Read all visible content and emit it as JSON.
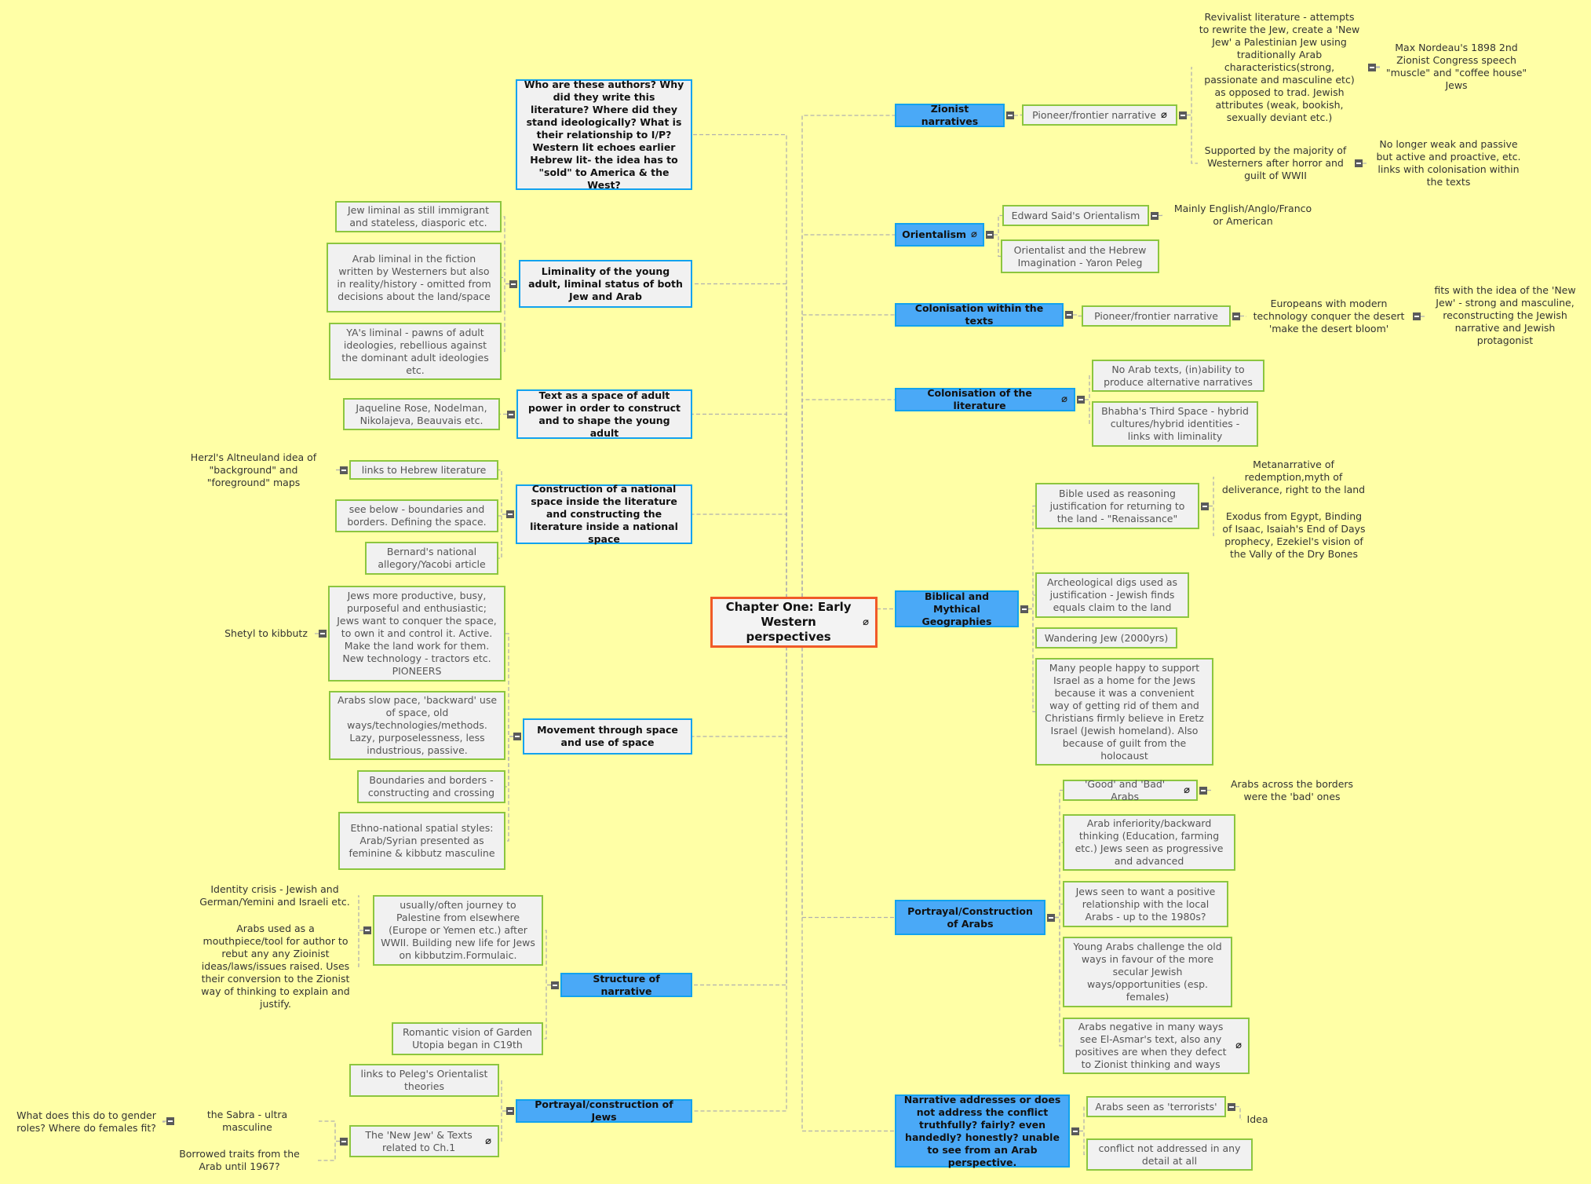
{
  "center": {
    "label": "Chapter One: Early Western perspectives"
  },
  "right": [
    {
      "label": "Zionist narratives",
      "children": [
        {
          "label": "Pioneer/frontier narrative",
          "children": [
            {
              "label": "Revivalist literature - attempts to rewrite the Jew, create a 'New Jew' a Palestinian Jew using traditionally Arab characteristics(strong, passionate and masculine etc) as opposed to trad. Jewish attributes (weak, bookish, sexually deviant etc.)",
              "children": [
                {
                  "label": "Max Nordeau's 1898 2nd Zionist Congress speech \"muscle\" and \"coffee house\" Jews"
                }
              ]
            },
            {
              "label": "Supported by the majority of Westerners after horror and guilt of WWII",
              "children": [
                {
                  "label": "No longer weak and passive but active and proactive, etc. links with colonisation within the texts"
                }
              ]
            }
          ]
        }
      ]
    },
    {
      "label": "Orientalism",
      "children": [
        {
          "label": "Edward Said's Orientalism",
          "children": [
            {
              "label": "Mainly English/Anglo/Franco or American"
            }
          ]
        },
        {
          "label": "Orientalist and the Hebrew Imagination - Yaron Peleg"
        }
      ]
    },
    {
      "label": "Colonisation within the texts",
      "children": [
        {
          "label": "Pioneer/frontier narrative",
          "children": [
            {
              "label": "Europeans with modern technology conquer the desert 'make the desert bloom'",
              "children": [
                {
                  "label": "fits with the idea of the 'New Jew' - strong and masculine, reconstructing the Jewish narrative and Jewish protagonist"
                }
              ]
            }
          ]
        }
      ]
    },
    {
      "label": "Colonisation of the literature",
      "children": [
        {
          "label": "No Arab texts, (in)ability to produce alternative narratives"
        },
        {
          "label": "Bhabha's Third Space - hybrid cultures/hybrid identities - links with liminality"
        }
      ]
    },
    {
      "label": "Biblical and Mythical Geographies",
      "children": [
        {
          "label": "Bible used as reasoning justification for returning to the land - \"Renaissance\"",
          "children": [
            {
              "label": "Metanarrative of redemption,myth of deliverance, right to the land"
            },
            {
              "label": "Exodus from Egypt, Binding of Isaac, Isaiah's End of Days prophecy, Ezekiel's vision of the Vally of the Dry Bones"
            }
          ]
        },
        {
          "label": "Archeological digs used as justification - Jewish finds equals claim to the land"
        },
        {
          "label": "Wandering Jew (2000yrs)"
        },
        {
          "label": "Many people happy to support Israel as a home for the Jews because it was a convenient way of getting rid of them and Christians firmly believe in Eretz Israel (Jewish homeland). Also because of guilt from the holocaust"
        }
      ]
    },
    {
      "label": "Portrayal/Construction of Arabs",
      "children": [
        {
          "label": "'Good' and 'Bad' Arabs",
          "children": [
            {
              "label": "Arabs across the borders were the 'bad' ones"
            }
          ]
        },
        {
          "label": "Arab inferiority/backward thinking (Education, farming etc.) Jews seen as progressive and advanced"
        },
        {
          "label": "Jews seen to want a positive relationship with the local Arabs - up to the 1980s?"
        },
        {
          "label": "Young Arabs challenge the old ways in favour of the more secular Jewish ways/opportunities (esp. females)"
        },
        {
          "label": "Arabs negative in many ways see El-Asmar's text, also any positives are when they defect to Zionist thinking and ways"
        }
      ]
    },
    {
      "label": "Narrative addresses or does not address the conflict truthfully? fairly? even handedly? honestly? unable to see from an Arab perspective.",
      "children": [
        {
          "label": "Arabs seen as 'terrorists'",
          "children": [
            {
              "label": "Idea"
            }
          ]
        },
        {
          "label": "conflict not addressed in any detail at all"
        }
      ]
    }
  ],
  "left": [
    {
      "label": "Who are these authors? Why did they write this literature? Where did they stand ideologically? What is their relationship to I/P? Western lit echoes earlier Hebrew lit- the idea has to \"sold\" to America & the West?"
    },
    {
      "label": "Liminality of the young adult, liminal status of both Jew and Arab",
      "children": [
        {
          "label": "Jew liminal as still immigrant and stateless, diasporic etc."
        },
        {
          "label": "Arab liminal in the fiction written by Westerners but also in reality/history - omitted from decisions about the land/space"
        },
        {
          "label": "YA's liminal - pawns of adult ideologies, rebellious against the dominant adult ideologies etc."
        }
      ]
    },
    {
      "label": "Text as a space of adult power in order to construct and to shape the young adult",
      "children": [
        {
          "label": "Jaqueline Rose, Nodelman, Nikolajeva, Beauvais etc."
        }
      ]
    },
    {
      "label": "Construction of a national space inside the literature and constructing the literature inside a national space",
      "children": [
        {
          "label": "links to Hebrew literature",
          "children": [
            {
              "label": "Herzl's Altneuland idea of \"background\" and \"foreground\" maps"
            }
          ]
        },
        {
          "label": "see below - boundaries and borders. Defining the space."
        },
        {
          "label": "Bernard's national allegory/Yacobi article"
        }
      ]
    },
    {
      "label": "Movement through space and use of space",
      "children": [
        {
          "label": "Jews more productive, busy, purposeful and enthusiastic; Jews want to conquer the space, to own it and control it. Active. Make the land work for them. New technology - tractors etc. PIONEERS",
          "children": [
            {
              "label": "Shetyl to kibbutz"
            }
          ]
        },
        {
          "label": "Arabs slow pace, 'backward' use of space, old ways/technologies/methods. Lazy, purposelessness, less industrious, passive."
        },
        {
          "label": "Boundaries and borders - constructing and crossing"
        },
        {
          "label": "Ethno-national spatial styles: Arab/Syrian presented as feminine & kibbutz masculine"
        }
      ]
    },
    {
      "label": "Structure of narrative",
      "children": [
        {
          "label": "usually/often journey to Palestine from elsewhere (Europe or Yemen etc.) after WWII. Building new life for Jews on kibbutzim.Formulaic.",
          "children": [
            {
              "label": "Identity crisis - Jewish and German/Yemini and Israeli etc."
            },
            {
              "label": "Arabs used as a mouthpiece/tool for author to rebut any any Zioinist ideas/laws/issues raised. Uses their conversion to the Zionist way of thinking to explain and justify."
            }
          ]
        },
        {
          "label": "Romantic vision of Garden Utopia began in C19th"
        }
      ]
    },
    {
      "label": "Portrayal/construction of Jews",
      "children": [
        {
          "label": "links to Peleg's Orientalist theories"
        },
        {
          "label": "The 'New Jew' & Texts related to Ch.1",
          "children": [
            {
              "label": "the Sabra - ultra masculine",
              "children": [
                {
                  "label": "What does this do to gender roles? Where do females fit?"
                }
              ]
            },
            {
              "label": "Borrowed traits from the Arab until 1967?"
            }
          ]
        }
      ]
    }
  ],
  "colors": {
    "background": "#ffffa6",
    "main_topic": "#4aa9f7",
    "subtopic_border": "#8cc63f",
    "central_border": "#f05a28",
    "connector": "#b0b0b0"
  },
  "icons": {
    "attachment": "paperclip-icon",
    "collapse": "collapse-toggle-icon"
  }
}
